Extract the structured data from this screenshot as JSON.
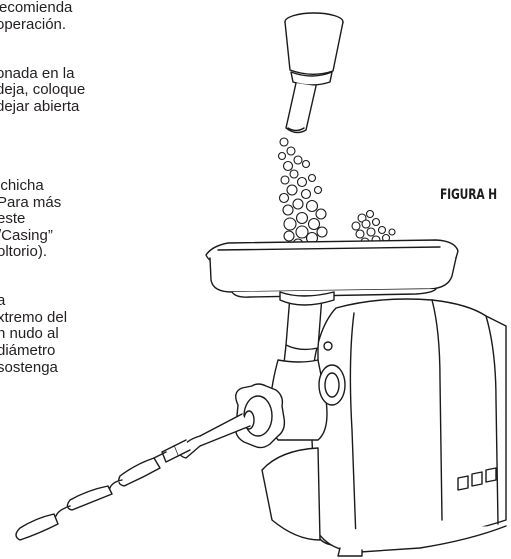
{
  "instructions": {
    "block1": [
      "recomienda",
      "operación."
    ],
    "block2": [
      "onada en la",
      "deja, coloque",
      "dejar abierta"
    ],
    "block3": [
      "lchicha",
      "Para más",
      "este",
      "/Casing”",
      "oltorio)."
    ],
    "block4": [
      "a",
      "xtremo del",
      "n nudo al",
      "diámetro",
      "sostenga"
    ]
  },
  "figure": {
    "label": "FIGURA H",
    "icon": "meat-grinder-stuffing-sausage-illustration"
  }
}
